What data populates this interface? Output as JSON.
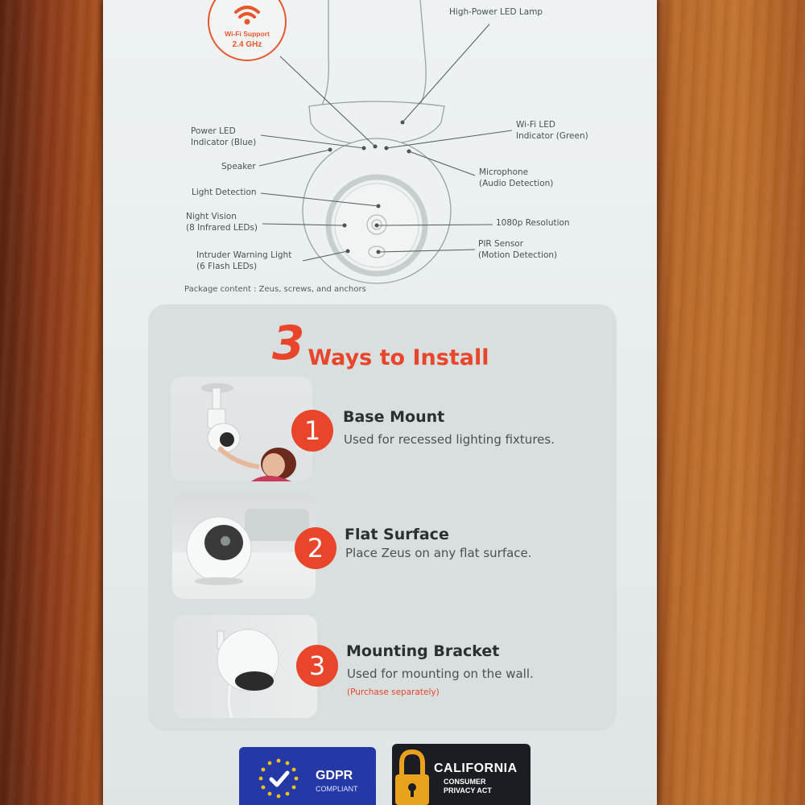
{
  "wifi_badge": {
    "line1": "Wi-Fi Support",
    "line2": "2.4 GHz"
  },
  "diagram_labels": {
    "lamp": "High-Power LED Lamp",
    "power_led_1": "Power LED",
    "power_led_2": "Indicator (Blue)",
    "wifi_led_1": "Wi-Fi LED",
    "wifi_led_2": "Indicator (Green)",
    "speaker": "Speaker",
    "microphone_1": "Microphone",
    "microphone_2": "(Audio Detection)",
    "light_detection": "Light Detection",
    "night_vision_1": "Night Vision",
    "night_vision_2": "(8 Infrared LEDs)",
    "resolution": "1080p Resolution",
    "intruder_1": "Intruder Warning Light",
    "intruder_2": "(6 Flash LEDs)",
    "pir_1": "PIR Sensor",
    "pir_2": "(Motion Detection)"
  },
  "package_content": "Package content : Zeus, screws, and anchors",
  "install": {
    "title_number": "3",
    "title_text": "Ways to Install",
    "ways": [
      {
        "number": "1",
        "title": "Base Mount",
        "description": "Used for recessed lighting fixtures."
      },
      {
        "number": "2",
        "title": "Flat Surface",
        "description": "Place Zeus on any flat surface."
      },
      {
        "number": "3",
        "title": "Mounting Bracket",
        "description": "Used for mounting on the wall.",
        "note": "(Purchase separately)"
      }
    ]
  },
  "badges": {
    "gdpr": {
      "title": "GDPR",
      "subtitle": "COMPLIANT"
    },
    "ccpa": {
      "title": "CALIFORNIA",
      "line2": "CONSUMER",
      "line3": "PRIVACY ACT"
    }
  },
  "colors": {
    "accent": "#e8452a",
    "gdpr_blue": "#2438a6",
    "ccpa_dark": "#1b1d22",
    "box": "#e9eeee"
  },
  "icons": [
    "wifi-icon",
    "checkmark-icon",
    "padlock-icon",
    "eu-stars-icon"
  ]
}
